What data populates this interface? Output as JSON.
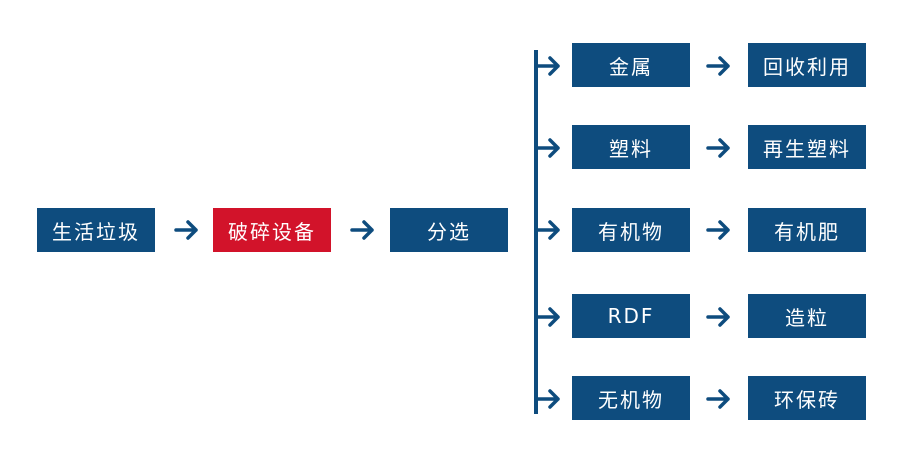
{
  "flow": {
    "start": "生活垃圾",
    "crush": "破碎设备",
    "sort": "分选"
  },
  "branches": [
    {
      "material": "金属",
      "product": "回收利用"
    },
    {
      "material": "塑料",
      "product": "再生塑料"
    },
    {
      "material": "有机物",
      "product": "有机肥"
    },
    {
      "material": "RDF",
      "product": "造粒"
    },
    {
      "material": "无机物",
      "product": "环保砖"
    }
  ],
  "colors": {
    "box": "#0e4c7e",
    "highlight": "#d2132a",
    "arrow": "#0e4c7e",
    "text": "#ffffff"
  }
}
